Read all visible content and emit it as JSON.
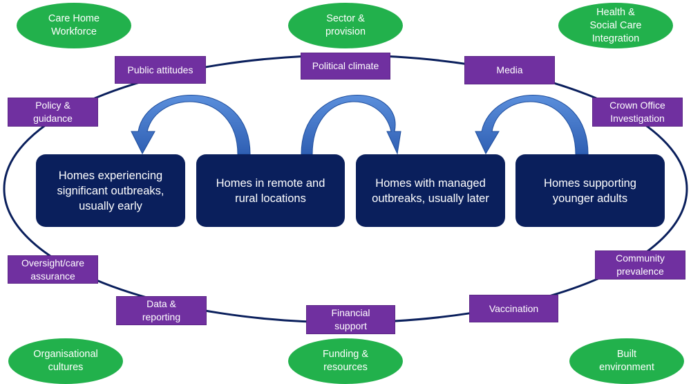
{
  "colors": {
    "ring": "#0a1f5c",
    "outer_oval": "#22b14c",
    "factor_box": "#7030a0",
    "home_box": "#0a1f5c",
    "arrow": "#3a70c8",
    "arrow_edge": "#1e4d9c"
  },
  "outer_context": {
    "care_home_workforce": "Care Home\nWorkforce",
    "sector_provision": "Sector &\nprovision",
    "health_social_care_integration": "Health &\nSocial Care\nIntegration",
    "organisational_cultures": "Organisational\ncultures",
    "funding_resources": "Funding &\nresources",
    "built_environment": "Built\nenvironment"
  },
  "factors": {
    "public_attitudes": "Public attitudes",
    "political_climate": "Political climate",
    "media": "Media",
    "policy_guidance": "Policy &\nguidance",
    "crown_office_investigation": "Crown Office\nInvestigation",
    "oversight_care_assurance": "Oversight/care\nassurance",
    "community_prevalence": "Community\nprevalence",
    "data_reporting": "Data &\nreporting",
    "financial_support": "Financial\nsupport",
    "vaccination": "Vaccination"
  },
  "homes": {
    "significant_outbreaks": "Homes experiencing\nsignificant outbreaks,\nusually early",
    "remote_rural": "Homes in remote and\nrural locations",
    "managed_outbreaks": "Homes with managed\noutbreaks, usually later",
    "younger_adults": "Homes supporting\nyounger adults"
  }
}
